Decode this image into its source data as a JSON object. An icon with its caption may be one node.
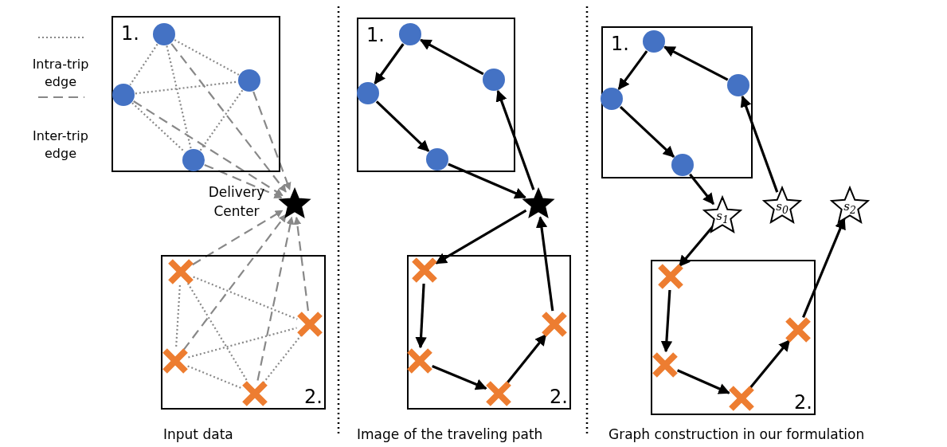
{
  "diagram": {
    "nodes": [
      {
        "text": [
          "1."
        ]
      },
      {
        "text": [],
        "shape": "circle",
        "in": 0
      },
      {
        "text": [],
        "shape": "circle",
        "in": 0
      },
      {
        "text": [],
        "shape": "circle",
        "in": 0
      },
      {
        "text": [],
        "shape": "circle",
        "in": 0
      },
      {
        "text": [],
        "shape": "star",
        "beside": [
          "Delivery Center"
        ]
      },
      {
        "text": [
          "2."
        ]
      },
      {
        "text": [],
        "shape": "cross",
        "in": 6
      },
      {
        "text": [],
        "shape": "cross",
        "in": 6
      },
      {
        "text": [],
        "shape": "cross",
        "in": 6
      },
      {
        "text": [],
        "shape": "cross",
        "in": 6
      },
      {
        "text": [
          "1."
        ]
      },
      {
        "text": [],
        "shape": "circle",
        "in": 11
      },
      {
        "text": [],
        "shape": "circle",
        "in": 11
      },
      {
        "text": [],
        "shape": "circle",
        "in": 11
      },
      {
        "text": [],
        "shape": "circle",
        "in": 11
      },
      {
        "text": [],
        "shape": "star"
      },
      {
        "text": [
          "2."
        ]
      },
      {
        "text": [],
        "shape": "cross",
        "in": 17
      },
      {
        "text": [],
        "shape": "cross",
        "in": 17
      },
      {
        "text": [],
        "shape": "cross",
        "in": 17
      },
      {
        "text": [],
        "shape": "cross",
        "in": 17
      },
      {
        "text": [
          "1."
        ]
      },
      {
        "text": [],
        "shape": "circle",
        "in": 22
      },
      {
        "text": [],
        "shape": "circle",
        "in": 22
      },
      {
        "text": [],
        "shape": "circle",
        "in": 22
      },
      {
        "text": [],
        "shape": "circle",
        "in": 22
      },
      {
        "text": [
          "s$_{1}$"
        ]
      },
      {
        "text": [
          "s$_{0}$"
        ]
      },
      {
        "text": [
          "s$_{2}$"
        ]
      },
      {
        "text": [
          "2."
        ]
      },
      {
        "text": [],
        "shape": "cross",
        "in": 30
      },
      {
        "text": [],
        "shape": "cross",
        "in": 30
      },
      {
        "text": [],
        "shape": "cross",
        "in": 30
      },
      {
        "text": [],
        "shape": "cross",
        "in": 30
      }
    ],
    "edges": [
      {
        "from": 1,
        "to": 2,
        "arrow": "none",
        "style": "dashed",
        "color": "#888888"
      },
      {
        "from": 1,
        "to": 3,
        "arrow": "none",
        "style": "dashed",
        "color": "#888888"
      },
      {
        "from": 1,
        "to": 4,
        "arrow": "none",
        "style": "dashed",
        "color": "#888888"
      },
      {
        "from": 2,
        "to": 3,
        "arrow": "none",
        "style": "dashed",
        "color": "#888888"
      },
      {
        "from": 2,
        "to": 4,
        "arrow": "none",
        "style": "dashed",
        "color": "#888888"
      },
      {
        "from": 3,
        "to": 4,
        "arrow": "none",
        "style": "dashed",
        "color": "#888888"
      },
      {
        "from": 1,
        "to": 5,
        "arrow": "to",
        "style": "dashed",
        "color": "#888888"
      },
      {
        "from": 2,
        "to": 5,
        "arrow": "to",
        "style": "dashed",
        "color": "#888888"
      },
      {
        "from": 3,
        "to": 5,
        "arrow": "to",
        "style": "dashed",
        "color": "#888888"
      },
      {
        "from": 4,
        "to": 5,
        "arrow": "to",
        "style": "dashed",
        "color": "#888888"
      },
      {
        "from": 7,
        "to": 5,
        "arrow": "to",
        "style": "dashed",
        "color": "#888888"
      },
      {
        "from": 8,
        "to": 5,
        "arrow": "to",
        "style": "dashed",
        "color": "#888888"
      },
      {
        "from": 9,
        "to": 5,
        "arrow": "to",
        "style": "dashed",
        "color": "#888888"
      },
      {
        "from": 10,
        "to": 5,
        "arrow": "to",
        "style": "dashed",
        "color": "#888888"
      },
      {
        "from": 7,
        "to": 8,
        "arrow": "none",
        "style": "dashed",
        "color": "#888888"
      },
      {
        "from": 7,
        "to": 9,
        "arrow": "none",
        "style": "dashed",
        "color": "#888888"
      },
      {
        "from": 7,
        "to": 10,
        "arrow": "none",
        "style": "dashed",
        "color": "#888888"
      },
      {
        "from": 8,
        "to": 9,
        "arrow": "none",
        "style": "dashed",
        "color": "#888888"
      },
      {
        "from": 8,
        "to": 10,
        "arrow": "none",
        "style": "dashed",
        "color": "#888888"
      },
      {
        "from": 9,
        "to": 10,
        "arrow": "none",
        "style": "dashed",
        "color": "#888888"
      },
      {
        "from": 14,
        "to": 12,
        "arrow": "to",
        "color": "#000000"
      },
      {
        "from": 12,
        "to": 13,
        "arrow": "to",
        "color": "#000000"
      },
      {
        "from": 13,
        "to": 15,
        "arrow": "to",
        "color": "#000000"
      },
      {
        "from": 15,
        "to": 16,
        "arrow": "to",
        "color": "#000000"
      },
      {
        "from": 16,
        "to": 14,
        "arrow": "to",
        "color": "#000000"
      },
      {
        "from": 16,
        "to": 18,
        "arrow": "to",
        "color": "#000000"
      },
      {
        "from": 18,
        "to": 19,
        "arrow": "to",
        "color": "#000000"
      },
      {
        "from": 19,
        "to": 21,
        "arrow": "to",
        "color": "#000000"
      },
      {
        "from": 21,
        "to": 20,
        "arrow": "to",
        "color": "#000000"
      },
      {
        "from": 20,
        "to": 16,
        "arrow": "to",
        "color": "#000000"
      },
      {
        "from": 28,
        "to": 25,
        "arrow": "to",
        "color": "#000000"
      },
      {
        "from": 25,
        "to": 23,
        "arrow": "to",
        "color": "#000000"
      },
      {
        "from": 23,
        "to": 24,
        "arrow": "to",
        "color": "#000000"
      },
      {
        "from": 24,
        "to": 26,
        "arrow": "to",
        "color": "#000000"
      },
      {
        "from": 26,
        "to": 27,
        "arrow": "to",
        "color": "#000000"
      },
      {
        "from": 27,
        "to": 31,
        "arrow": "to",
        "color": "#000000"
      },
      {
        "from": 31,
        "to": 32,
        "arrow": "to",
        "color": "#000000"
      },
      {
        "from": 32,
        "to": 33,
        "arrow": "to",
        "color": "#000000"
      },
      {
        "from": 33,
        "to": 34,
        "arrow": "to",
        "color": "#000000"
      },
      {
        "from": 34,
        "to": 29,
        "arrow": "to",
        "color": "#000000"
      }
    ],
    "labels": [
      "Input data",
      "Image of the traveling path",
      "Graph construction in our formulation"
    ],
    "legend": [
      {
        "text": "Intra-trip edge"
      },
      {
        "text": "Inter-trip edge"
      }
    ]
  }
}
